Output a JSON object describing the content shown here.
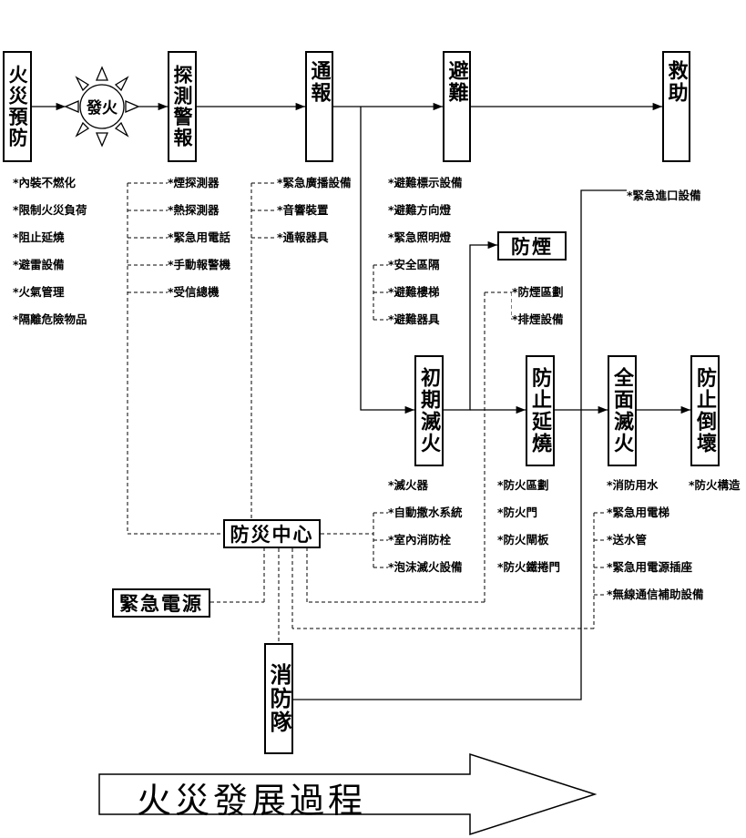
{
  "stages": {
    "prevention": "火災預防",
    "detection": "探測警報",
    "notification": "通報",
    "evacuation": "避難",
    "rescue": "救助",
    "initial_extinguish": "初期滅火",
    "prevent_spread": "防止延燒",
    "full_extinguish": "全面滅火",
    "prevent_collapse": "防止倒壞",
    "smoke_control": "防煙",
    "disaster_center": "防災中心",
    "emergency_power": "緊急電源",
    "fire_brigade": "消防隊"
  },
  "fire_symbol": "發火",
  "prevention_items": [
    "*內裝不燃化",
    "*限制火災負荷",
    "*阻止延燒",
    "*避雷設備",
    "*火氣管理",
    "*隔離危險物品"
  ],
  "detection_items": [
    "*煙探測器",
    "*熱探測器",
    "*緊急用電話",
    "*手動報警機",
    "*受信總機"
  ],
  "notification_items": [
    "*緊急廣播設備",
    "*音響裝置",
    "*通報器具"
  ],
  "evacuation_items": [
    "*避難標示設備",
    "*避難方向燈",
    "*緊急照明燈",
    "*安全區隔",
    "*避難樓梯",
    "*避難器具"
  ],
  "rescue_items": [
    "*緊急進口設備"
  ],
  "smoke_items": [
    "*防煙區劃",
    "*排煙設備"
  ],
  "initial_items": [
    "*滅火器",
    "*自動撒水系統",
    "*室內消防栓",
    "*泡沫滅火設備"
  ],
  "spread_items": [
    "*防火區劃",
    "*防火門",
    "*防火閘板",
    "*防火鐵捲門"
  ],
  "full_items": [
    "*消防用水",
    "*緊急用電梯",
    "*送水管",
    "*緊急用電源插座",
    "*無線通信補助設備"
  ],
  "collapse_items": [
    "*防火構造"
  ],
  "process_label": "火災發展過程"
}
